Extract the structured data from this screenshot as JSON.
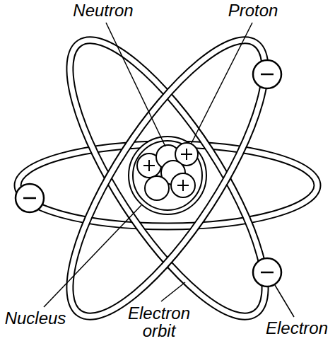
{
  "diagram": {
    "labels": [
      "Neutron",
      "Proton",
      "Nucleus",
      "Electron orbit",
      "Electron"
    ]
  }
}
